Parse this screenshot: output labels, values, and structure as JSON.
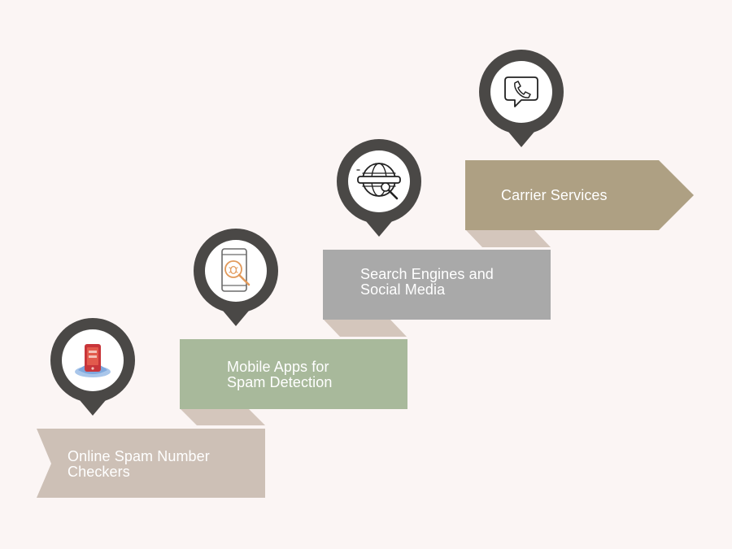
{
  "colors": {
    "background": "#fbf5f4",
    "step1": "#cdc0b6",
    "step2": "#a8b99b",
    "step3": "#a9a9a9",
    "step4": "#aea083",
    "connector": "#d4c6bc",
    "marker": "#4a4846",
    "marker_inner": "#ffffff",
    "label": "#ffffff"
  },
  "steps": [
    {
      "label": "Online Spam Number\nCheckers",
      "icon": "phone-alert-icon"
    },
    {
      "label": "Mobile Apps for\nSpam Detection",
      "icon": "phone-bug-magnifier-icon"
    },
    {
      "label": "Search Engines and\nSocial Media",
      "icon": "globe-search-icon"
    },
    {
      "label": "Carrier Services",
      "icon": "phone-chat-icon"
    }
  ]
}
